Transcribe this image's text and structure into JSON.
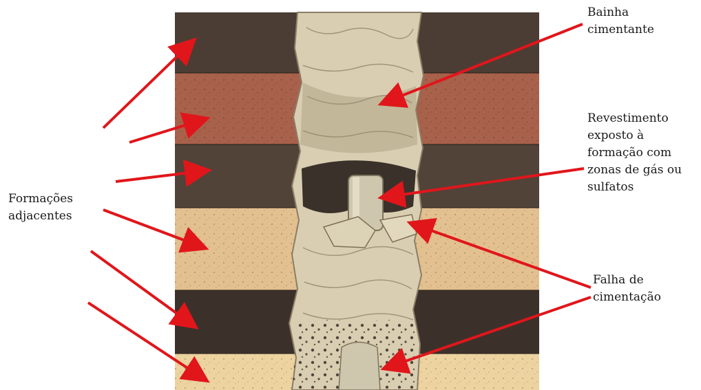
{
  "labels": {
    "bainha": "Bainha\ncimentante",
    "revestimento": "Revestimento\nexposto à\nformação com\nzonas de gás ou\nsulfatos",
    "formacoes": "Formações\nadjacentes",
    "falha": "Falha de\ncimentação"
  },
  "colors": {
    "arrow": "#e0161b",
    "shale_dark": "#4a3c33",
    "brick_red": "#a8614a",
    "sandstone": "#e3c08f",
    "cement": "#d8cdb0",
    "casing": "#c9c1a7"
  }
}
